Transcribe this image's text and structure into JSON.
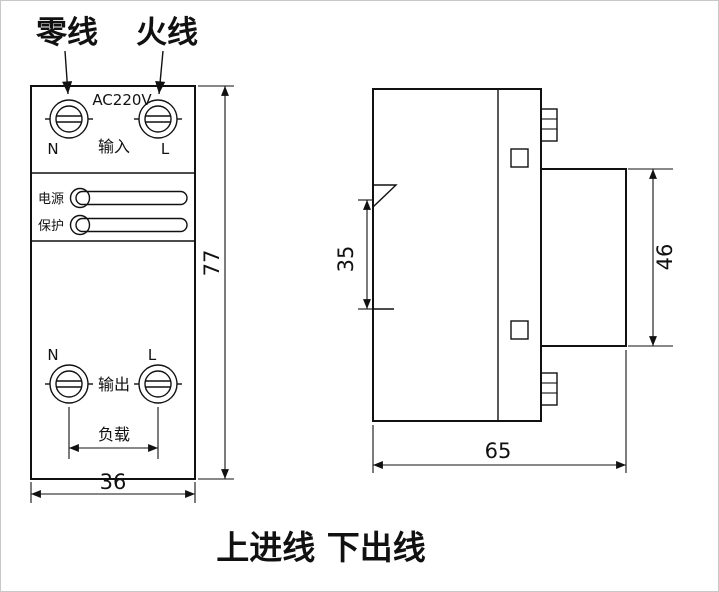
{
  "colors": {
    "line": "#111111",
    "background": "#ffffff",
    "frame": "#c8c8c8"
  },
  "top_labels": {
    "neutral": "零线",
    "live": "火线"
  },
  "front_view": {
    "voltage": "AC220V",
    "input_label": "输入",
    "output_label": "输出",
    "terminal_n": "N",
    "terminal_l": "L",
    "indicators": {
      "power": "电源",
      "protection": "保护"
    },
    "load_label": "负载",
    "dimensions": {
      "height_mm": "77",
      "width_mm": "36"
    }
  },
  "side_view": {
    "dimensions": {
      "din_rail_mm": "35",
      "mount_height_mm": "46",
      "depth_mm": "65"
    }
  },
  "footer": {
    "note": "上进线 下出线"
  }
}
